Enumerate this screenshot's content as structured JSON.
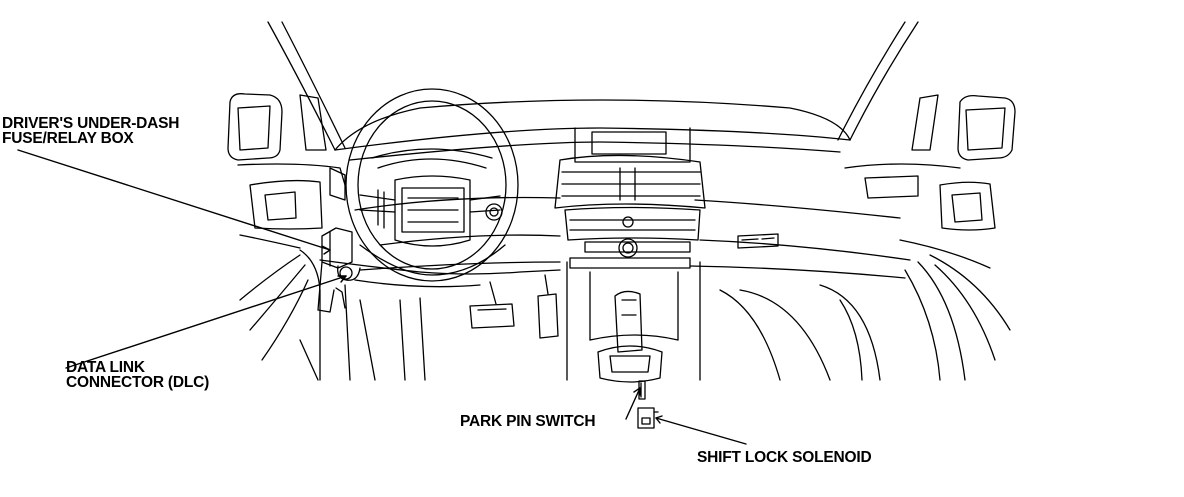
{
  "labels": {
    "fuse_box": {
      "line1": "DRIVER'S UNDER-DASH",
      "line2": "FUSE/RELAY BOX"
    },
    "dlc": {
      "line1": "DATA LINK",
      "line2": "CONNECTOR (DLC)"
    },
    "park_pin": {
      "text": "PARK PIN SWITCH"
    },
    "shift_lock": {
      "text": "SHIFT LOCK SOLENOID"
    }
  },
  "colors": {
    "ink": "#000000",
    "background": "#ffffff"
  }
}
